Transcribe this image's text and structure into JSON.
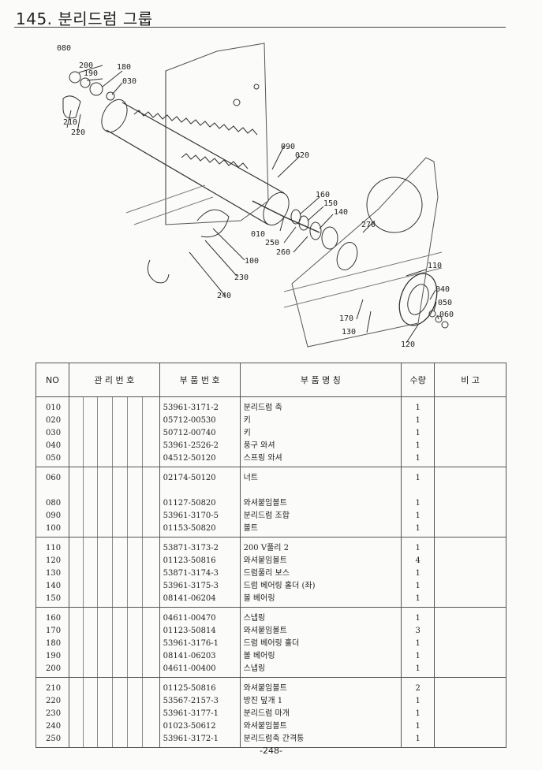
{
  "page": {
    "title": "145. 분리드럼 그룹",
    "page_number": "-248-"
  },
  "diagram": {
    "callouts": [
      "080",
      "200",
      "190",
      "180",
      "030",
      "210",
      "220",
      "090",
      "020",
      "160",
      "150",
      "140",
      "270",
      "010",
      "250",
      "260",
      "100",
      "230",
      "240",
      "110",
      "040",
      "050",
      "060",
      "170",
      "130",
      "120"
    ]
  },
  "table": {
    "headers": {
      "no": "NO",
      "mgmt": "관 리 번 호",
      "part_no": "부 품 번 호",
      "name": "부 품 명 칭",
      "qty": "수량",
      "remark": "비 고"
    },
    "groups": [
      {
        "rows": [
          {
            "no": "010",
            "part": "53961-3171-2",
            "name": "분리드럼 축",
            "qty": "1"
          },
          {
            "no": "020",
            "part": "05712-00530",
            "name": "키",
            "qty": "1"
          },
          {
            "no": "030",
            "part": "50712-00740",
            "name": "키",
            "qty": "1"
          },
          {
            "no": "040",
            "part": "53961-2526-2",
            "name": "풍구 와셔",
            "qty": "1"
          },
          {
            "no": "050",
            "part": "04512-50120",
            "name": "스프링 와셔",
            "qty": "1"
          }
        ]
      },
      {
        "rows": [
          {
            "no": "060",
            "part": "02174-50120",
            "name": "너트",
            "qty": "1"
          },
          {
            "no": "",
            "part": "",
            "name": "",
            "qty": ""
          },
          {
            "no": "080",
            "part": "01127-50820",
            "name": "와셔붙임볼트",
            "qty": "1"
          },
          {
            "no": "090",
            "part": "53961-3170-5",
            "name": "분리드럼 조합",
            "qty": "1"
          },
          {
            "no": "100",
            "part": "01153-50820",
            "name": "볼트",
            "qty": "1"
          }
        ]
      },
      {
        "rows": [
          {
            "no": "110",
            "part": "53871-3173-2",
            "name": "200 V풀리 2",
            "qty": "1"
          },
          {
            "no": "120",
            "part": "01123-50816",
            "name": "와셔붙임볼트",
            "qty": "4"
          },
          {
            "no": "130",
            "part": "53871-3174-3",
            "name": "드럼풀리 보스",
            "qty": "1"
          },
          {
            "no": "140",
            "part": "53961-3175-3",
            "name": "드럼 베어링 홀더 (좌)",
            "qty": "1"
          },
          {
            "no": "150",
            "part": "08141-06204",
            "name": "볼 베어링",
            "qty": "1"
          }
        ]
      },
      {
        "rows": [
          {
            "no": "160",
            "part": "04611-00470",
            "name": "스냅링",
            "qty": "1"
          },
          {
            "no": "170",
            "part": "01123-50814",
            "name": "와셔붙임볼트",
            "qty": "3"
          },
          {
            "no": "180",
            "part": "53961-3176-1",
            "name": "드럼 베어링 홀더",
            "qty": "1"
          },
          {
            "no": "190",
            "part": "08141-06203",
            "name": "볼 베어링",
            "qty": "1"
          },
          {
            "no": "200",
            "part": "04611-00400",
            "name": "스냅링",
            "qty": "1"
          }
        ]
      },
      {
        "rows": [
          {
            "no": "210",
            "part": "01125-50816",
            "name": "와셔붙임볼트",
            "qty": "2"
          },
          {
            "no": "220",
            "part": "53567-2157-3",
            "name": "방진 덮개 1",
            "qty": "1"
          },
          {
            "no": "230",
            "part": "53961-3177-1",
            "name": "분리드럼 마개",
            "qty": "1"
          },
          {
            "no": "240",
            "part": "01023-50612",
            "name": "와셔붙임볼트",
            "qty": "1"
          },
          {
            "no": "250",
            "part": "53961-3172-1",
            "name": "분리드럼축 간격통",
            "qty": "1"
          }
        ]
      }
    ]
  }
}
